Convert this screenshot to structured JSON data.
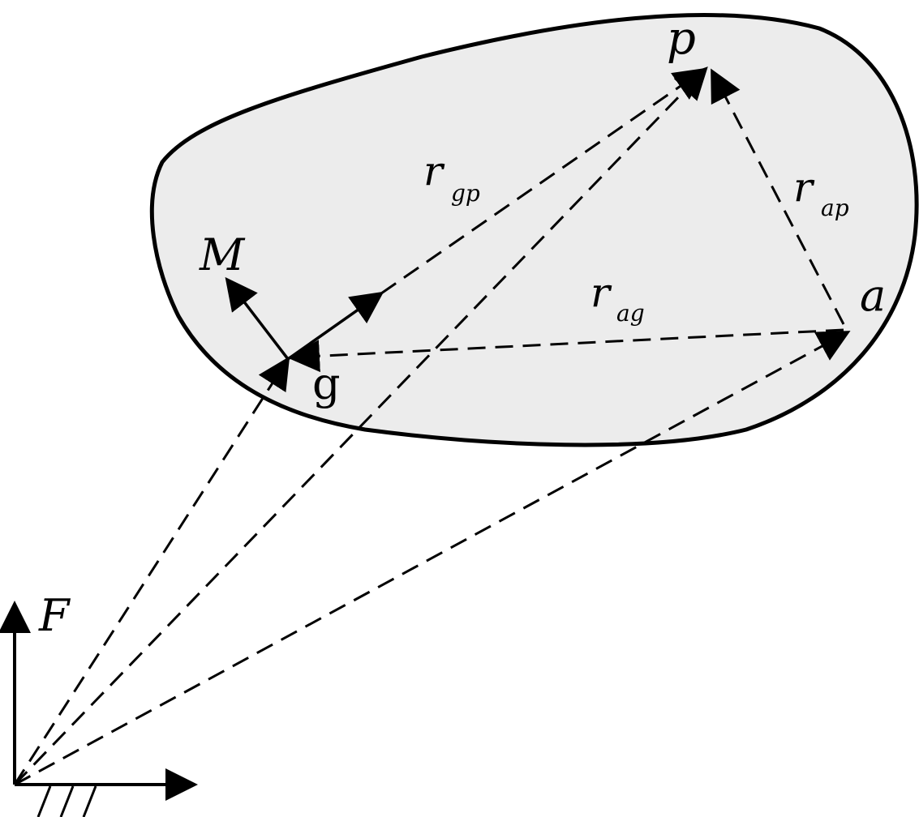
{
  "labels": {
    "p": "p",
    "a": "a",
    "g": "g",
    "M": "M",
    "F": "F",
    "r": "r",
    "gp": "gp",
    "ap": "ap",
    "ag": "ag"
  },
  "colors": {
    "body_fill": "#ececec",
    "stroke": "#000000",
    "background": "#ffffff"
  }
}
